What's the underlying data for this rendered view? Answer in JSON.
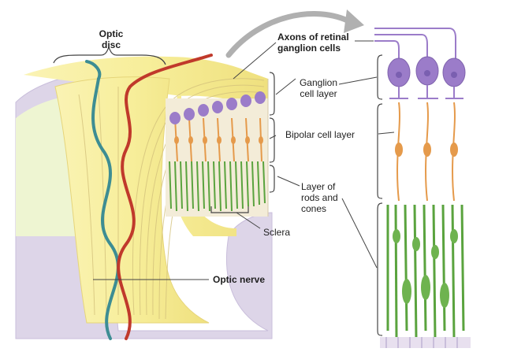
{
  "labels": {
    "optic_disc_line1": "Optic",
    "optic_disc_line2": "disc",
    "axons_line1": "Axons of retinal",
    "axons_line2": "ganglion cells",
    "ganglion_line1": "Ganglion",
    "ganglion_line2": "cell layer",
    "bipolar": "Bipolar cell layer",
    "rods_line1": "Layer of",
    "rods_line2": "rods and",
    "rods_line3": "cones",
    "sclera": "Sclera",
    "optic_nerve": "Optic nerve"
  },
  "colors": {
    "nerve_fill": "#f7ee9a",
    "nerve_edge": "#e3cf62",
    "sclera": "#dcd5e6",
    "choroid": "#eef6cf",
    "artery": "#c0392b",
    "vein": "#3d8d93",
    "ganglion": "#9b7cc9",
    "bipolar": "#e59a4b",
    "photoreceptor": "#6eb34f",
    "arrow": "#b0b0b0"
  }
}
